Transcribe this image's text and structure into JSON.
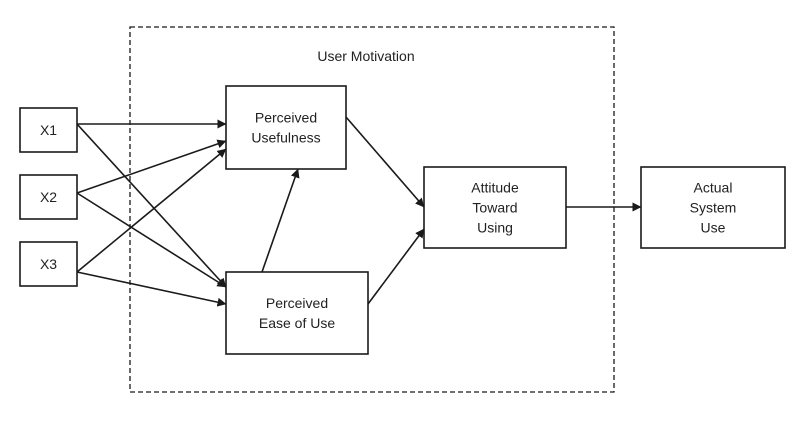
{
  "diagram": {
    "group": {
      "id": "motivation",
      "label": "User Motivation"
    },
    "nodes": [
      {
        "id": "x1",
        "label": "X1"
      },
      {
        "id": "x2",
        "label": "X2"
      },
      {
        "id": "x3",
        "label": "X3"
      },
      {
        "id": "pu",
        "label": "Perceived Usefulness",
        "lines": [
          "Perceived",
          "Usefulness"
        ]
      },
      {
        "id": "peou",
        "label": "Perceived Ease of Use",
        "lines": [
          "Perceived",
          "Ease of Use"
        ]
      },
      {
        "id": "att",
        "label": "Attitude Toward Using",
        "lines": [
          "Attitude",
          "Toward",
          "Using"
        ]
      },
      {
        "id": "use",
        "label": "Actual System Use",
        "lines": [
          "Actual",
          "System",
          "Use"
        ]
      }
    ],
    "edges": [
      {
        "from": "x1",
        "to": "pu"
      },
      {
        "from": "x1",
        "to": "peou"
      },
      {
        "from": "x2",
        "to": "pu"
      },
      {
        "from": "x2",
        "to": "peou"
      },
      {
        "from": "x3",
        "to": "pu"
      },
      {
        "from": "x3",
        "to": "peou"
      },
      {
        "from": "peou",
        "to": "pu"
      },
      {
        "from": "pu",
        "to": "att"
      },
      {
        "from": "peou",
        "to": "att"
      },
      {
        "from": "att",
        "to": "use"
      }
    ]
  }
}
